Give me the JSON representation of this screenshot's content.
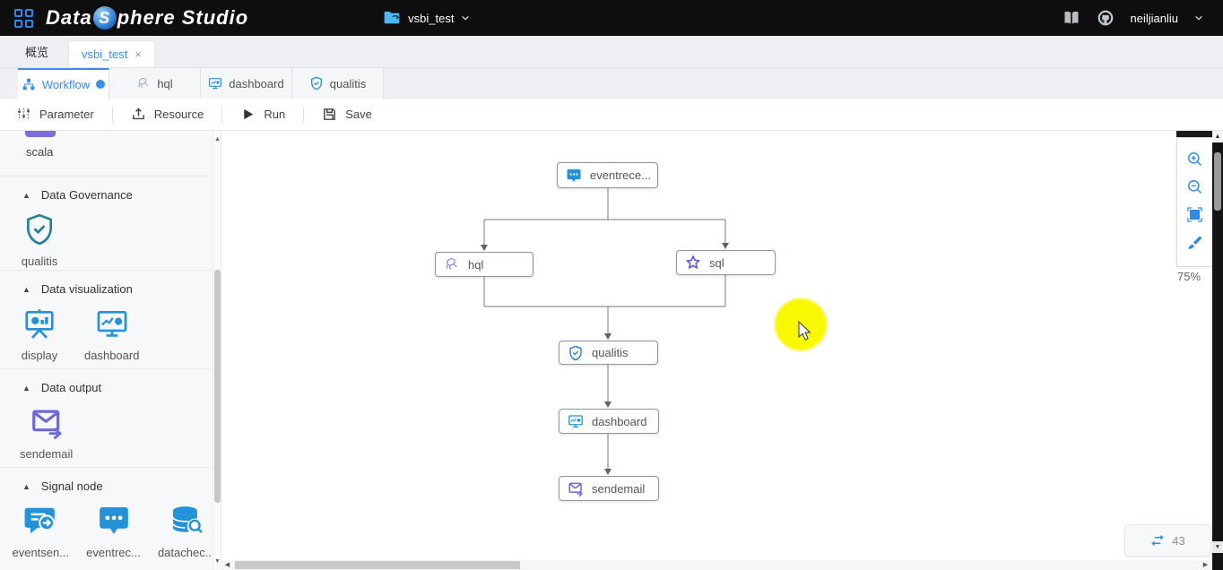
{
  "header": {
    "logo_part1": "Data",
    "logo_sphere_letter": "S",
    "logo_part2": "phere Studio",
    "project_name": "vsbi_test",
    "user_name": "neiljianliu"
  },
  "primary_tabs": {
    "overview_label": "概览",
    "workspace_label": "vsbi_test",
    "close_glyph": "×"
  },
  "secondary_tabs": {
    "workflow": "Workflow",
    "hql": "hql",
    "dashboard": "dashboard",
    "qualitis": "qualitis"
  },
  "toolbar": {
    "parameter_label": "Parameter",
    "resource_label": "Resource",
    "run_label": "Run",
    "save_label": "Save"
  },
  "sidebar": {
    "scrolled_partial_item": "scala",
    "sections": [
      {
        "title": "Data Governance",
        "items": [
          {
            "label": "qualitis"
          }
        ]
      },
      {
        "title": "Data visualization",
        "items": [
          {
            "label": "display"
          },
          {
            "label": "dashboard"
          }
        ]
      },
      {
        "title": "Data output",
        "items": [
          {
            "label": "sendemail"
          }
        ]
      },
      {
        "title": "Signal node",
        "items": [
          {
            "label": "eventsen..."
          },
          {
            "label": "eventrec..."
          },
          {
            "label": "datachec..."
          }
        ]
      }
    ],
    "collapse_glyph": "▲"
  },
  "canvas": {
    "nodes": [
      {
        "id": "eventreceiver",
        "label": "eventrece..."
      },
      {
        "id": "hql",
        "label": "hql"
      },
      {
        "id": "sql",
        "label": "sql"
      },
      {
        "id": "qualitis",
        "label": "qualitis"
      },
      {
        "id": "dashboard",
        "label": "dashboard"
      },
      {
        "id": "sendemail",
        "label": "sendemail"
      }
    ],
    "edges": [
      [
        "eventreceiver",
        "hql"
      ],
      [
        "eventreceiver",
        "sql"
      ],
      [
        "hql",
        "qualitis"
      ],
      [
        "sql",
        "qualitis"
      ],
      [
        "qualitis",
        "dashboard"
      ],
      [
        "dashboard",
        "sendemail"
      ]
    ],
    "zoom_level": "75%",
    "execution_badge_count": "43"
  },
  "colors": {
    "accent_blue": "#3c8cf0",
    "node_icon_blue": "#2492d8",
    "node_icon_purple": "#6f66d9",
    "sidebar_teal": "#27809e",
    "highlight_yellow": "#f8f800"
  }
}
